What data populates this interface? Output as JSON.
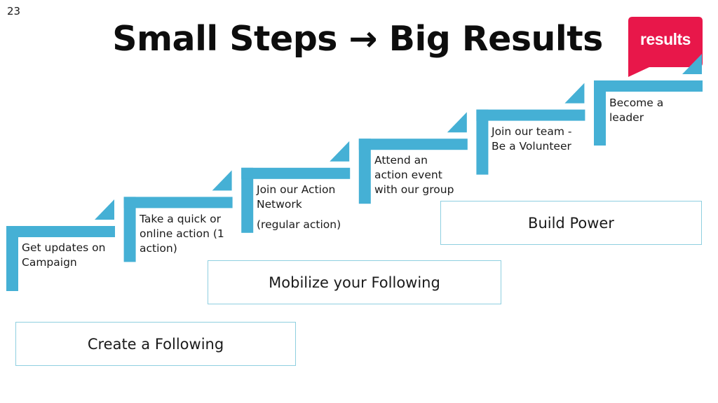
{
  "slide": {
    "number": "23",
    "title": "Small Steps → Big Results",
    "logo_text": "results"
  },
  "colors": {
    "step_blue": "#45b0d5",
    "box_border": "#8fcfe0",
    "logo_red": "#e8174a"
  },
  "steps": [
    {
      "lines": [
        "Get updates on",
        "Campaign"
      ]
    },
    {
      "lines": [
        "Take a quick or",
        "online action (1",
        "action)"
      ]
    },
    {
      "lines": [
        "Join our Action",
        "Network"
      ],
      "note": "(regular  action)"
    },
    {
      "lines": [
        "Attend an",
        "action event",
        "with our group"
      ]
    },
    {
      "lines": [
        "Join our team -",
        "Be a Volunteer"
      ]
    },
    {
      "lines": [
        "Become a",
        "leader"
      ]
    }
  ],
  "phases": {
    "create": "Create a Following",
    "mobilize": "Mobilize your Following",
    "build": "Build Power"
  }
}
